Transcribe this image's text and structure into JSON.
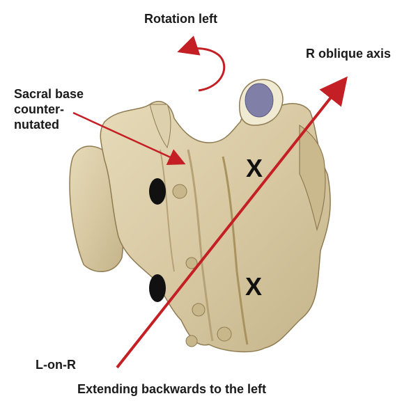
{
  "title": "Rotation left",
  "axis_label": "R oblique axis",
  "sacral_label": [
    "Sacral base",
    "counter-",
    "nutated"
  ],
  "lonr_label": "L-on-R",
  "extend_label": "Extending backwards to the left",
  "x_mark": "X",
  "colors": {
    "bone_fill": "#d8c9a3",
    "bone_shadow": "#b7a277",
    "bone_outline": "#8f7b52",
    "arrow_red": "#c41f24",
    "foramen": "#111111",
    "articular": "#7f7fa8"
  }
}
